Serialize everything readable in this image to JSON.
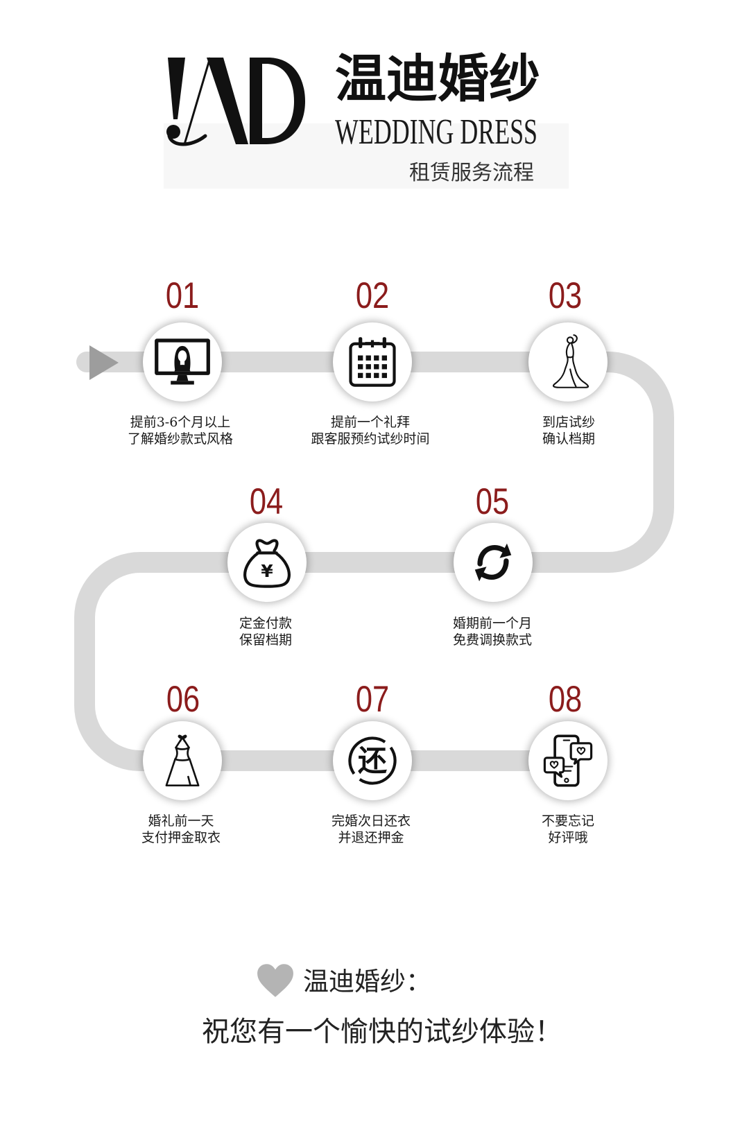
{
  "header": {
    "logo_mark": "WD",
    "brand_cn": "温迪婚纱",
    "brand_en": "WEDDING DRESS",
    "subtitle": "租赁服务流程"
  },
  "flow": {
    "start_marker": "play-arrow-icon"
  },
  "steps": [
    {
      "number": "01",
      "icon": "monitor-woman-icon",
      "lines": [
        "提前3-6个月以上",
        "了解婚纱款式风格"
      ]
    },
    {
      "number": "02",
      "icon": "calendar-icon",
      "lines": [
        "提前一个礼拜",
        "跟客服预约试纱时间"
      ]
    },
    {
      "number": "03",
      "icon": "bride-silhouette-icon",
      "lines": [
        "到店试纱",
        "确认档期"
      ]
    },
    {
      "number": "04",
      "icon": "money-bag-icon",
      "icon_text": "¥",
      "lines": [
        "定金付款",
        "保留档期"
      ]
    },
    {
      "number": "05",
      "icon": "swap-arrows-icon",
      "lines": [
        "婚期前一个月",
        "免费调换款式"
      ]
    },
    {
      "number": "06",
      "icon": "dress-icon",
      "lines": [
        "婚礼前一天",
        "支付押金取衣"
      ]
    },
    {
      "number": "07",
      "icon": "return-stamp-icon",
      "icon_text": "还",
      "lines": [
        "完婚次日还衣",
        "并退还押金"
      ]
    },
    {
      "number": "08",
      "icon": "phone-review-icon",
      "lines": [
        "不要忘记",
        "好评哦"
      ]
    }
  ],
  "footer": {
    "icon": "heart-icon",
    "brand": "温迪婚纱：",
    "message": "祝您有一个愉快的试纱体验！"
  },
  "colors": {
    "step_number": "#8b1c1c",
    "track": "#d9d9d9",
    "start_arrow": "#9d9d9d",
    "heart": "#b4b4b4",
    "text": "#1a1a1a",
    "background": "#ffffff"
  }
}
